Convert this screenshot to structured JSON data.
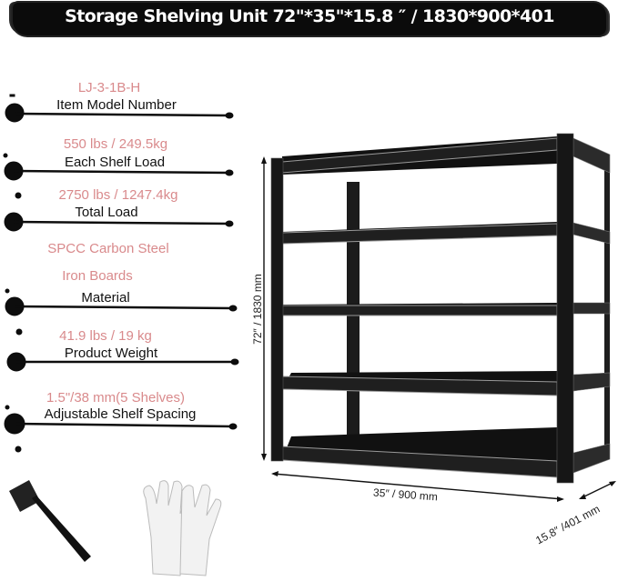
{
  "banner": {
    "title": "Storage Shelving Unit 72\"*35\"*15.8 ″  / 1830*900*401"
  },
  "specs": [
    {
      "value": "LJ-3-1B-H",
      "label": "Item Model Number"
    },
    {
      "value": "550 lbs / 249.5kg",
      "label": "Each Shelf Load"
    },
    {
      "value": "2750 lbs / 1247.4kg",
      "label": "Total Load"
    },
    {
      "value": "SPCC Carbon Steel",
      "value2": "Iron Boards",
      "label": "Material"
    },
    {
      "value": "41.9 lbs / 19 kg",
      "label": "Product Weight"
    },
    {
      "value": "1.5\"/38 mm(5 Shelves)",
      "label": "Adjustable Shelf Spacing"
    }
  ],
  "dimensions": {
    "height": "72″  / 1830 mm",
    "width": "35″  / 900 mm",
    "depth": "15.8″  /401 mm"
  },
  "accessories": [
    "hammer-icon",
    "gloves-icon"
  ],
  "colors": {
    "value_text": "#d98a8c",
    "label_text": "#111111",
    "frame": "#1a1a1a",
    "banner": "#0b0b0b"
  }
}
